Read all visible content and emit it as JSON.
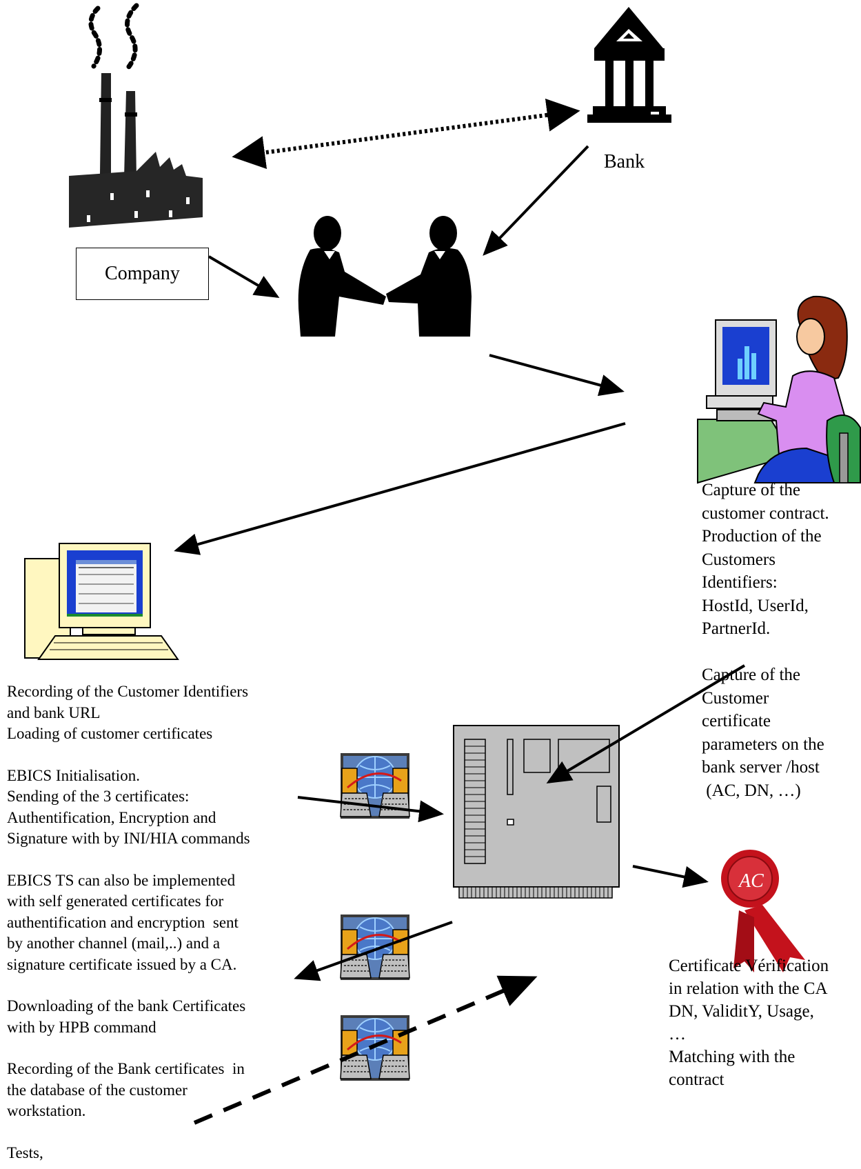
{
  "labels": {
    "company": "Company",
    "bank": "Bank",
    "capture_contract": [
      "Capture of the",
      "customer contract.",
      "Production of the",
      "Customers",
      "Identifiers:",
      "HostId, UserId,",
      "PartnerId."
    ],
    "capture_params": [
      "Capture of the",
      "Customer",
      "certificate",
      "parameters on the",
      "bank server /host",
      " (AC, DN, …)"
    ],
    "left_steps": [
      [
        "Recording of the Customer Identifiers",
        "and bank URL",
        "Loading of customer certificates"
      ],
      [
        "EBICS Initialisation.",
        "Sending of the 3 certificates:",
        "Authentification, Encryption and",
        "Signature with by INI/HIA commands"
      ],
      [
        "EBICS TS can also be implemented",
        "with self generated certificates for",
        "authentification and encryption  sent",
        "by another channel (mail,..) and a",
        "signature certificate issued by a CA."
      ],
      [
        "Downloading of the bank Certificates",
        "with by HPB command"
      ],
      [
        "Recording of the Bank certificates  in",
        "the database of the customer",
        "workstation."
      ],
      [
        "Tests,"
      ]
    ],
    "verification": [
      "Certificate Vérification",
      "in relation with the CA",
      "DN, ValiditY, Usage,",
      "…",
      "Matching with the",
      "contract"
    ],
    "seal_text": "AC"
  },
  "icons": [
    "factory-icon",
    "bank-icon",
    "handshake-icon",
    "operator-icon",
    "workstation-icon",
    "server-icon",
    "network-exchange-icon",
    "certificate-seal-icon"
  ],
  "colors": {
    "line": "#000000",
    "server_fill": "#c0c0c0",
    "screen_blue": "#1a3fd0",
    "seal_red": "#c4121c",
    "operator_purple": "#d98ef0",
    "exchange_orange": "#e8a21a"
  }
}
